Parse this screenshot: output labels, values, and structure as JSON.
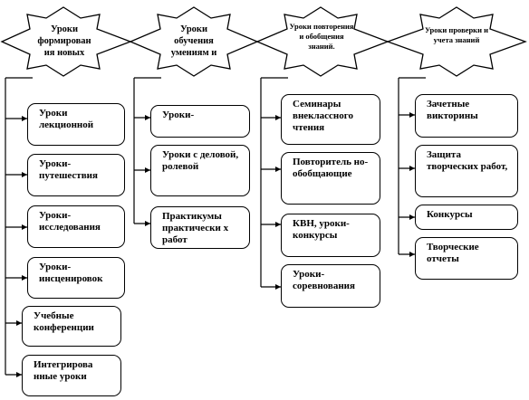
{
  "columns": [
    {
      "header": "Уроки формирован ия новых",
      "items": [
        "Уроки лекционной",
        "Уроки- путешествия",
        "Уроки- исследования",
        "Уроки- инсценировок",
        "Учебные конференции",
        "Интегрирова нные уроки"
      ]
    },
    {
      "header": "Уроки обучения умениям и",
      "items": [
        "Уроки-",
        "Уроки с деловой, ролевой",
        "Практикумы практически х работ"
      ]
    },
    {
      "header": "Уроки повторения и обобщения знаний.",
      "items": [
        "Семинары внеклассного чтения",
        "Повторитель но- обобщающие",
        "КВН, уроки- конкурсы",
        "Уроки- соревнования"
      ]
    },
    {
      "header": "Уроки проверки и учета знаний",
      "items": [
        "Зачетные викторины",
        "Защита творческих работ,",
        "Конкурсы",
        "Творческие отчеты"
      ]
    }
  ]
}
